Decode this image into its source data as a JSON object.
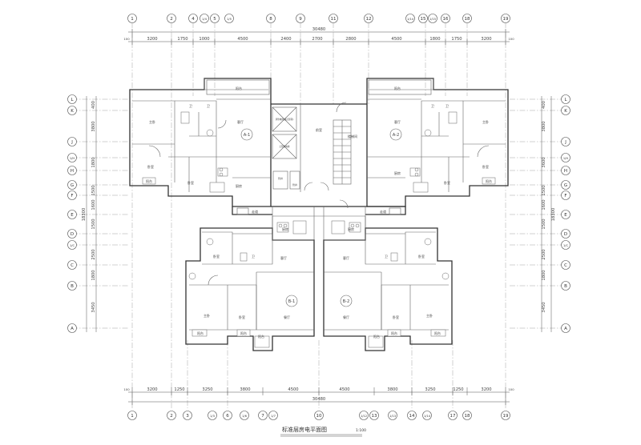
{
  "title": "标准层房电平面图",
  "scale": "1:100",
  "top_dimensions": {
    "overall": "30480",
    "segments": [
      "100",
      "3200",
      "1750",
      "1000",
      "4500",
      "2400",
      "2700",
      "2800",
      "4500",
      "1800",
      "1750",
      "3200",
      "100"
    ]
  },
  "bottom_dimensions": {
    "overall": "30480",
    "segments": [
      "100",
      "3200",
      "1250",
      "3250",
      "3800",
      "4500",
      "4500",
      "3800",
      "3250",
      "1250",
      "3200",
      "100"
    ]
  },
  "left_dimensions": [
    "400",
    "3800",
    "1800",
    "1500",
    "1600",
    "1500",
    "2500",
    "1800",
    "3450"
  ],
  "left_overall": "18300",
  "right_dimensions": [
    "400",
    "3800",
    "3600",
    "1500",
    "1600",
    "1500",
    "2500",
    "1800",
    "3450"
  ],
  "right_overall": "18300",
  "grid_top": [
    "1",
    "2",
    "4",
    "1/4",
    "5",
    "1/5",
    "8",
    "9",
    "11",
    "12",
    "1/14",
    "15",
    "1/15",
    "16",
    "18",
    "19"
  ],
  "grid_bottom": [
    "1",
    "2",
    "3",
    "1/3",
    "6",
    "1/6",
    "7",
    "1/7",
    "10",
    "1/12",
    "13",
    "1/13",
    "14",
    "1/14",
    "17",
    "18",
    "19"
  ],
  "grid_left": [
    "L",
    "K",
    "J",
    "1/H",
    "H",
    "G",
    "F",
    "E",
    "D",
    "1/C",
    "C",
    "B",
    "A"
  ],
  "grid_right": [
    "L",
    "K",
    "J",
    "1/H",
    "H",
    "G",
    "F",
    "E",
    "D",
    "1/C",
    "C",
    "B",
    "A"
  ],
  "unit_labels": [
    "A-1",
    "A-2",
    "B-1",
    "B-2"
  ],
  "rooms": {
    "living": "客厅",
    "bedroom_master": "主卧",
    "bedroom": "卧室",
    "kitchen": "厨房",
    "bath": "卫",
    "balcony": "阳台",
    "dining": "餐厅",
    "corridor": "走道",
    "hall": "前室",
    "stair": "楼梯间",
    "tube_well": "管井"
  },
  "elevator_labels": [
    "消防电梯(兼无障碍)",
    "无障碍电梯"
  ]
}
